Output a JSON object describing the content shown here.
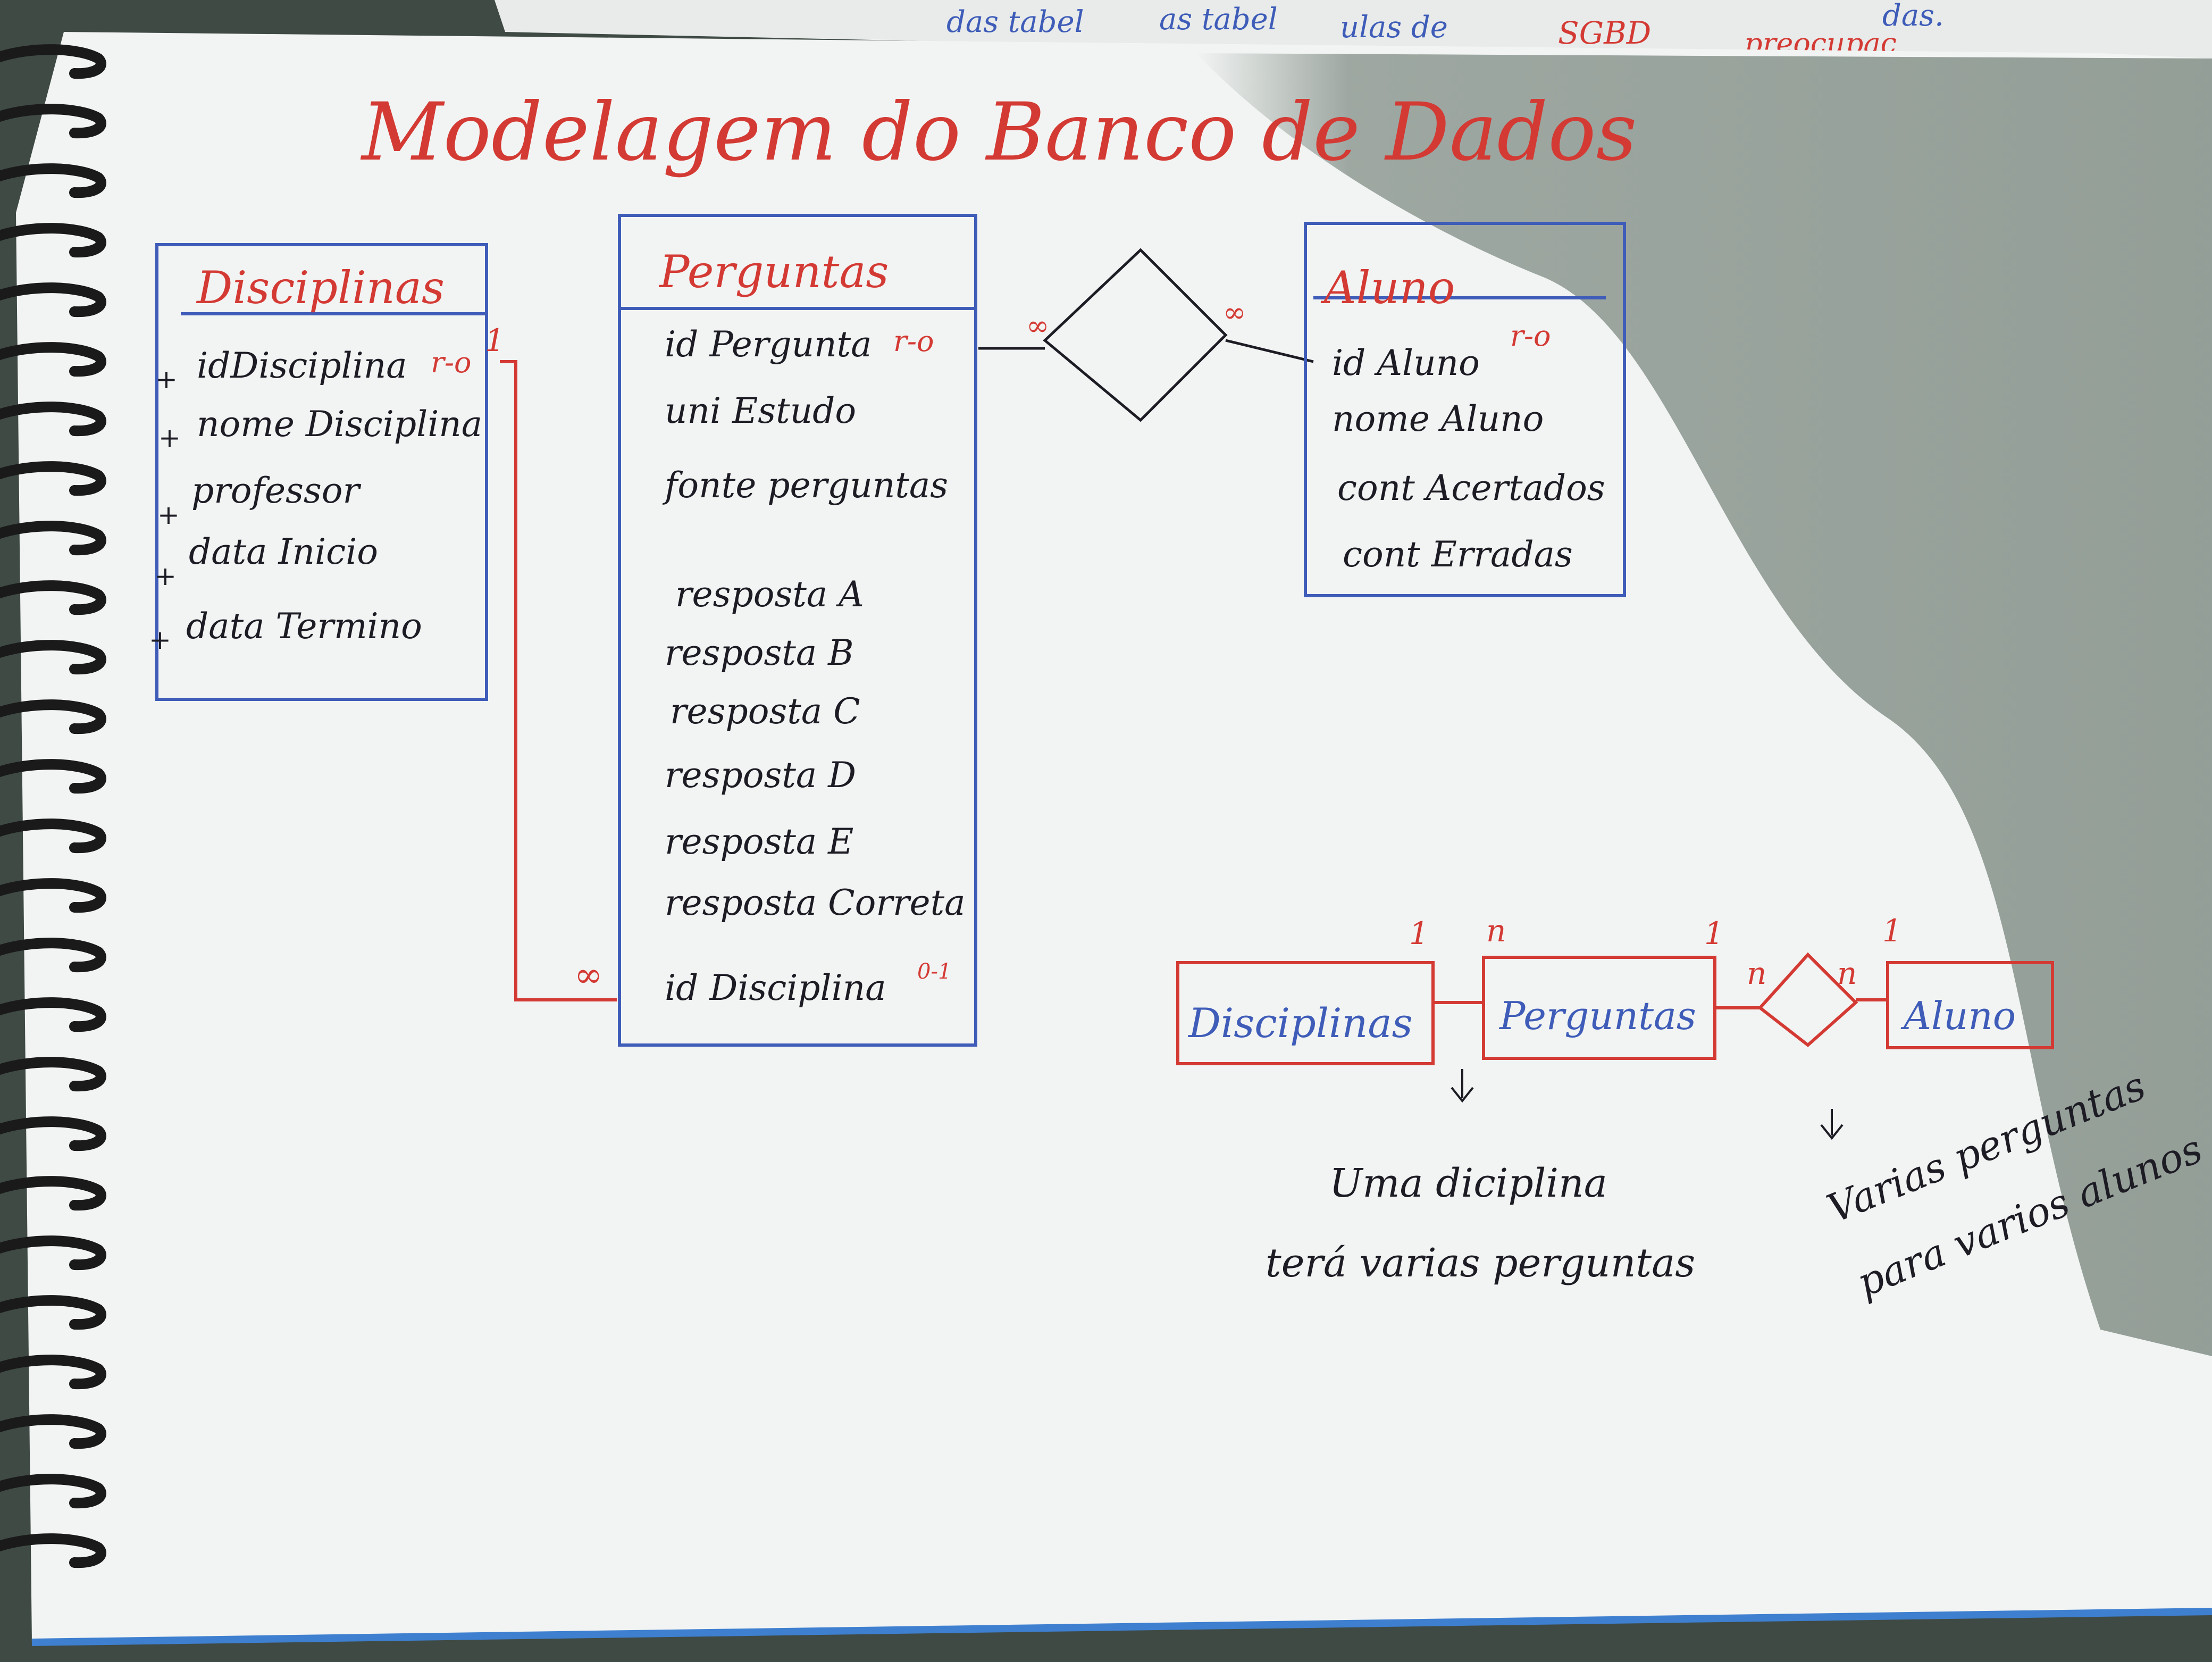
{
  "page": {
    "title": "Modelagem do Banco de Dados",
    "background_page_fragments": [
      "SGBD",
      "das tabel",
      "as tabel",
      "preocupaç",
      "ulas de",
      "das."
    ]
  },
  "colors": {
    "paper": "#f2f4f3",
    "shadow": "#8f9a93",
    "red_ink": "#d43a34",
    "blue_ink": "#3e5cb8",
    "black_ink": "#1d1b24"
  },
  "tables": {
    "disciplinas": {
      "name": "Disciplinas",
      "pk_marker": "r-o",
      "fields": [
        "idDisciplina",
        "nome Disciplina",
        "professor",
        "data Inicio",
        "data Termino"
      ],
      "row_marker": "+"
    },
    "perguntas": {
      "name": "Perguntas",
      "pk_marker": "r-o",
      "fk_marker": "0-1",
      "fields": [
        "id Pergunta",
        "uni Estudo",
        "fonte perguntas",
        "resposta A",
        "resposta B",
        "resposta C",
        "resposta D",
        "resposta E",
        "resposta Correta",
        "id Disciplina"
      ]
    },
    "aluno": {
      "name": "Aluno",
      "pk_marker": "r-o",
      "fields": [
        "id Aluno",
        "nome Aluno",
        "cont Acertados",
        "cont Erradas"
      ]
    }
  },
  "relationships": {
    "disc_perg": {
      "one": "1",
      "many": "∞"
    },
    "perg_aluno": {
      "left": "∞",
      "right": "∞"
    }
  },
  "summary": {
    "entities": [
      "Disciplinas",
      "Perguntas",
      "Aluno"
    ],
    "cardinalities": {
      "disc": "1",
      "perg_left": "n",
      "perg_right": "1",
      "diamond_left": "n",
      "diamond_right": "n",
      "aluno": "1"
    },
    "notes": [
      "Uma diciplina terá varias perguntas",
      "Varias perguntas para varios alunos"
    ]
  }
}
